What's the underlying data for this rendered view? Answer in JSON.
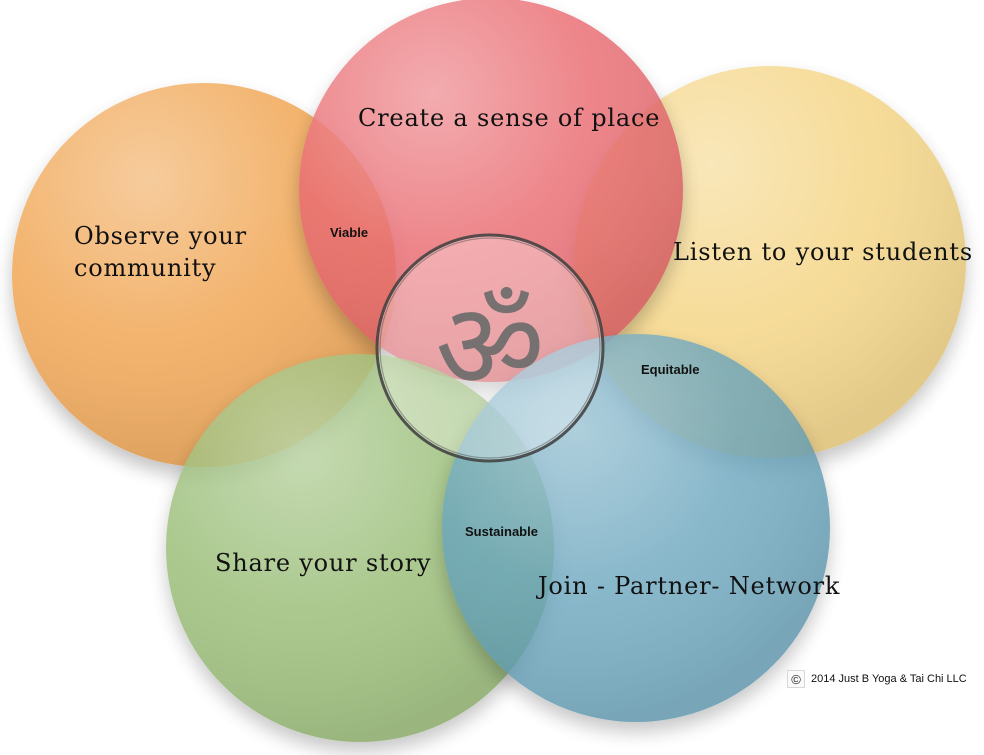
{
  "circles": {
    "observe": {
      "label": "Observe your\ncommunity",
      "color": "#f0a34e"
    },
    "create": {
      "label": "Create a sense of place",
      "color": "#e8646b"
    },
    "listen": {
      "label": "Listen to your students",
      "color": "#f4d27a"
    },
    "share": {
      "label": "Share your story",
      "color": "#8fb767"
    },
    "join": {
      "label": "Join - Partner- Network",
      "color": "#5f9fb9"
    }
  },
  "overlaps": {
    "viable": "Viable",
    "equitable": "Equitable",
    "sustainable": "Sustainable"
  },
  "center": {
    "symbol": "ॐ",
    "icon": "om-symbol-icon"
  },
  "footer": {
    "copyright_symbol": "©",
    "text": "2014 Just B Yoga & Tai Chi LLC"
  }
}
